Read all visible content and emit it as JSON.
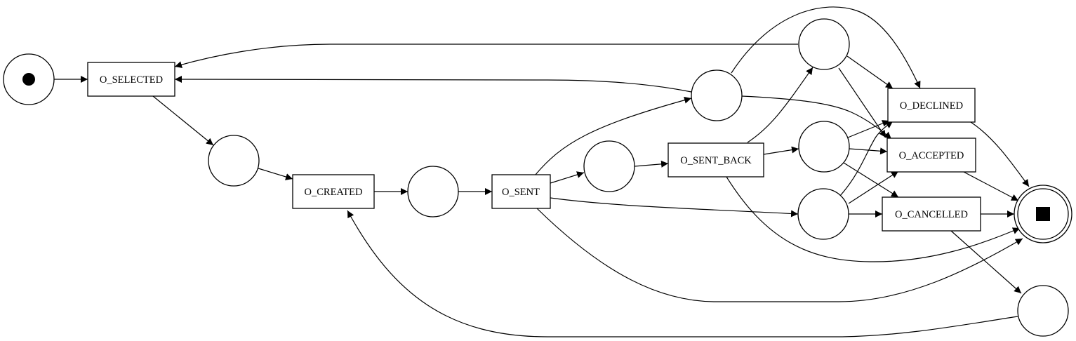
{
  "transitions": {
    "selected": "O_SELECTED",
    "created": "O_CREATED",
    "sent": "O_SENT",
    "sent_back": "O_SENT_BACK",
    "declined": "O_DECLINED",
    "accepted": "O_ACCEPTED",
    "cancelled": "O_CANCELLED"
  },
  "colors": {
    "stroke": "#000000",
    "fill": "#ffffff"
  },
  "icons": {
    "start_place": "token-dot-icon",
    "end_place": "stop-square-icon"
  }
}
